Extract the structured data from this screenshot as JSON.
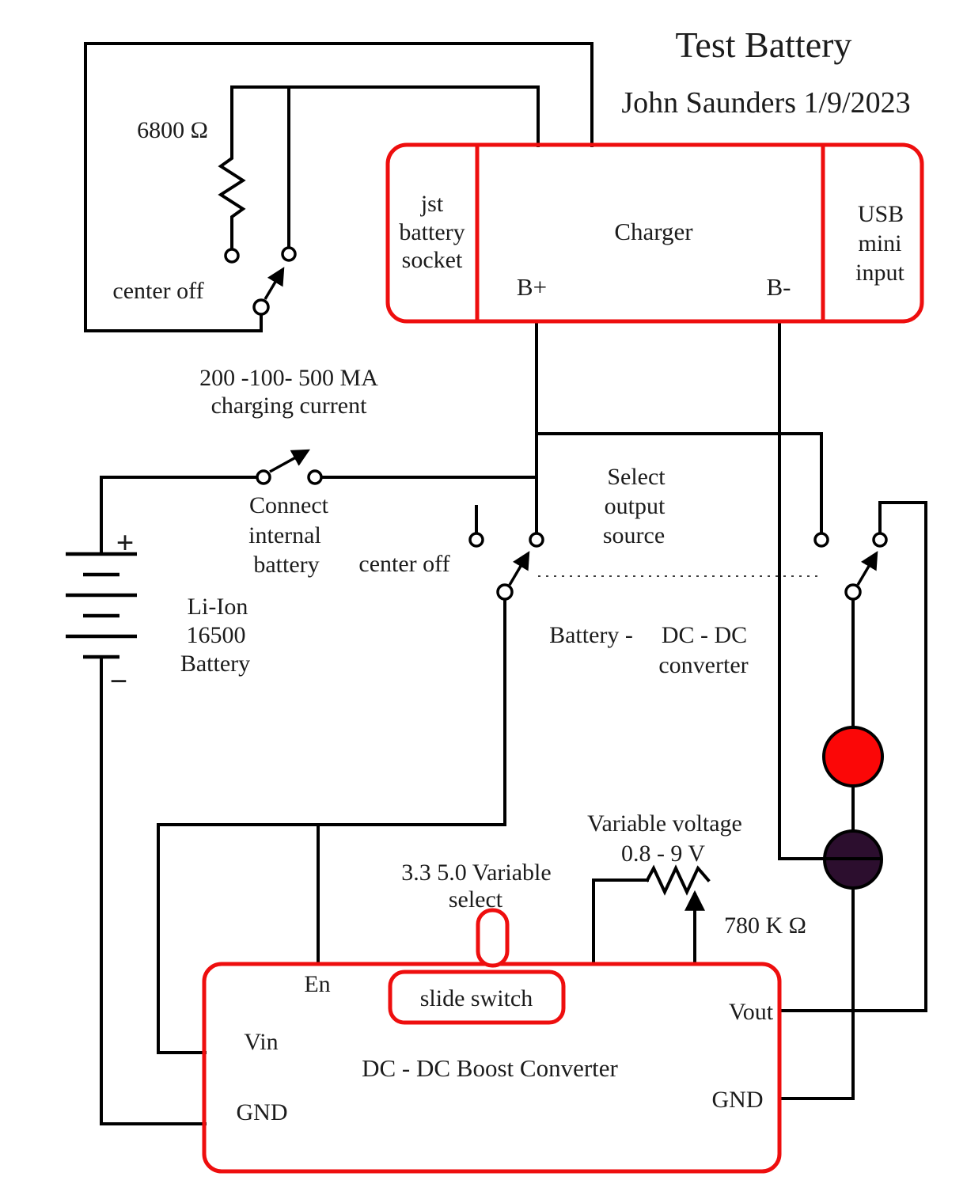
{
  "diagram": {
    "title": "Test Battery",
    "byline": "John Saunders 1/9/2023"
  },
  "charger": {
    "socket": [
      "jst",
      "battery",
      "socket"
    ],
    "name": "Charger",
    "b_plus": "B+",
    "b_minus": "B-",
    "usb": [
      "USB",
      "mini",
      "input"
    ]
  },
  "boost": {
    "en": "En",
    "slide_switch": "slide switch",
    "vin": "Vin",
    "name": "DC - DC Boost Converter",
    "gnd_left": "GND",
    "vout": "Vout",
    "gnd_right": "GND"
  },
  "labels": {
    "resistor": "6800 Ω",
    "center_off_top": "center off",
    "charging_current": [
      "200 -100- 500 MA",
      "charging current"
    ],
    "connect_battery": [
      "Connect",
      "internal",
      "battery"
    ],
    "center_off_mid": "center off",
    "battery_cell": [
      "Li-Ion",
      "16500",
      "Battery"
    ],
    "plus": "+",
    "minus": "−",
    "select_output": [
      "Select",
      "output",
      "source"
    ],
    "battery_position": "Battery -",
    "converter_position": [
      "DC - DC",
      "converter"
    ],
    "variable_voltage": [
      "Variable voltage",
      "0.8 - 9 V"
    ],
    "pot_value": "780 K Ω",
    "variable_select": [
      "3.3 5.0 Variable",
      "select"
    ]
  },
  "colors": {
    "wire": "#000000",
    "text": "#1c1c1c",
    "module_red": "#ee0e0e",
    "test_point_red": "#fb0707",
    "test_point_black": "#2c0e2e"
  }
}
